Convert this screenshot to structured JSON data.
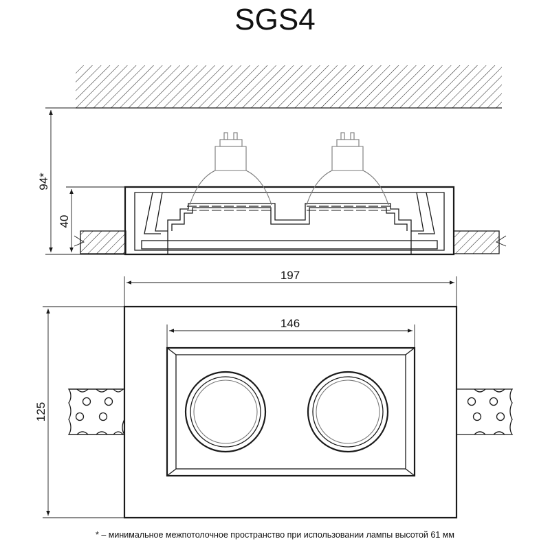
{
  "title": "SGS4",
  "dimensions": {
    "total_height": "94*",
    "body_height": "40",
    "width": "197",
    "inner_width": "146",
    "depth": "125"
  },
  "footnote": "* – минимальное межпотолочное пространство при использовании лампы высотой 61 мм",
  "colors": {
    "line": "#1a1a1a",
    "lamp": "#777777",
    "background": "#ffffff"
  }
}
